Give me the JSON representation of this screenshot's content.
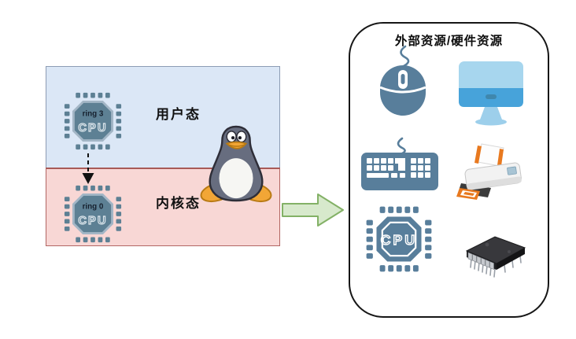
{
  "left_panel": {
    "user_mode": {
      "label": "用户态",
      "bg": "#dbe7f6",
      "border": "#8d9cb4"
    },
    "kernel_mode": {
      "label": "内核态",
      "bg": "#f8d7d5",
      "border": "#a85a57"
    },
    "cpu_ring3": {
      "ring": "ring 3",
      "chip": "CPU"
    },
    "cpu_ring0": {
      "ring": "ring 0",
      "chip": "CPU"
    },
    "mascot": "tux-penguin",
    "transition_arrow": {
      "style": "dashed",
      "direction": "down",
      "color": "#111111"
    }
  },
  "flow_arrow": {
    "direction": "right",
    "fill": "#d7e9cc",
    "stroke": "#83b166"
  },
  "right_panel": {
    "title": "外部资源/硬件资源",
    "cpu_chip": {
      "label": "CPU"
    },
    "icons": [
      {
        "name": "mouse-icon"
      },
      {
        "name": "monitor-icon"
      },
      {
        "name": "keyboard-icon"
      },
      {
        "name": "printer-icon"
      },
      {
        "name": "cpu-chip-icon"
      },
      {
        "name": "memory-chip-icon"
      }
    ]
  },
  "colors": {
    "steel_blue": "#587e9b",
    "chip_fill": "#5d8094",
    "chip_outline": "#a3b6c6",
    "monitor_light": "#a7d6ee",
    "monitor_dark": "#47a3da",
    "printer_orange": "#e8791f",
    "penguin_body": "#676d7f",
    "penguin_orange": "#f2a636"
  }
}
